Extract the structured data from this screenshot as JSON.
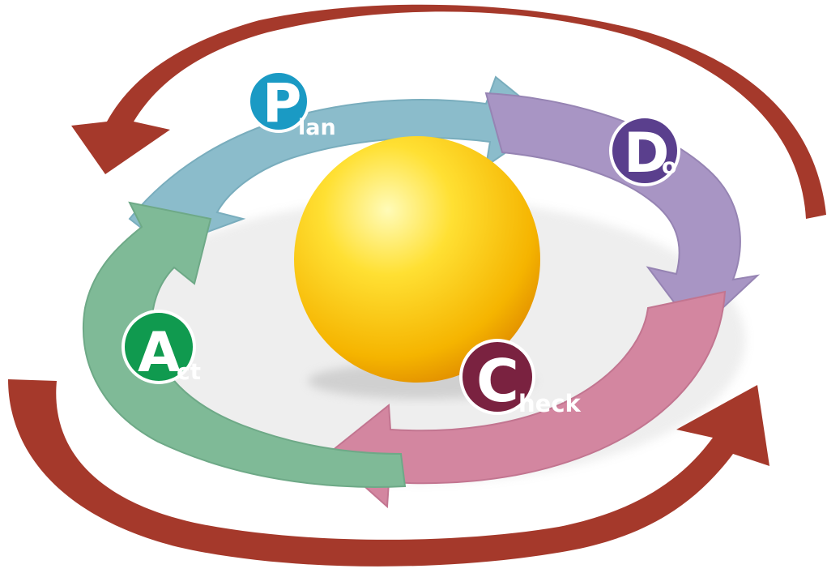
{
  "diagram": {
    "stages": [
      {
        "id": "plan",
        "initial": "P",
        "rest": "lan",
        "badge_color": "#1a9ac4",
        "arrow_color": "#8bbccb"
      },
      {
        "id": "do",
        "initial": "D",
        "rest": "o",
        "badge_color": "#5a3f8d",
        "arrow_color": "#a895c4"
      },
      {
        "id": "check",
        "initial": "C",
        "rest": "heck",
        "badge_color": "#7a2240",
        "arrow_color": "#d386a0"
      },
      {
        "id": "act",
        "initial": "A",
        "rest": "ct",
        "badge_color": "#109a4f",
        "arrow_color": "#7fba97"
      }
    ],
    "outer_arrow_color": "#a5392b",
    "center_sphere": {
      "color_light": "#fff7a0",
      "color_mid": "#ffd21f",
      "color_dark": "#e89a00"
    }
  }
}
